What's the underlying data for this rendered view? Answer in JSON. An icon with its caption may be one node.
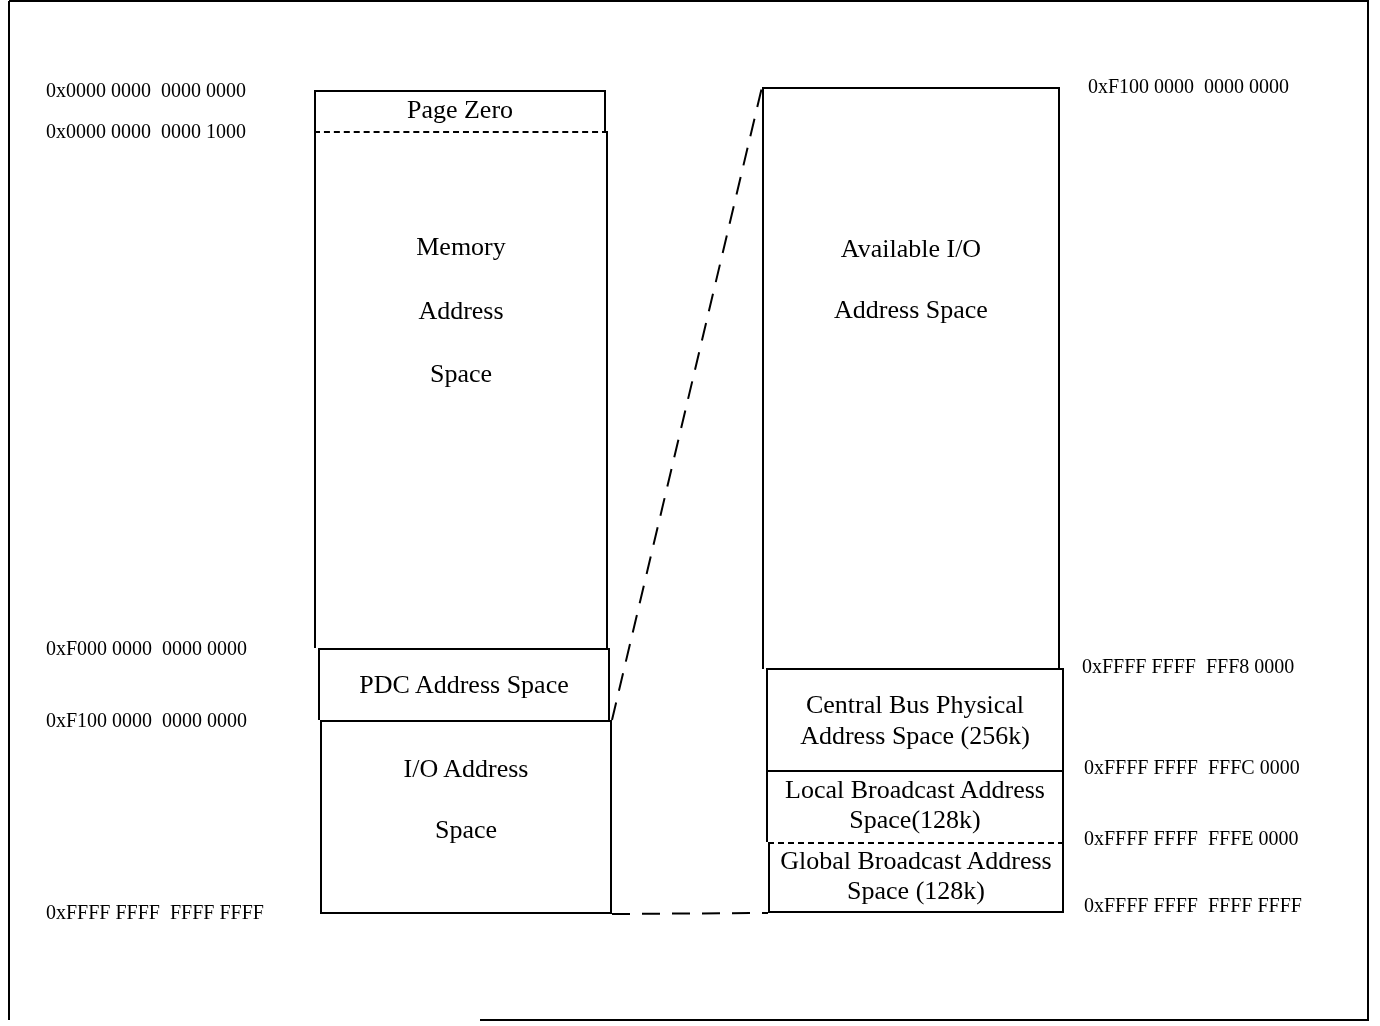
{
  "diagram": {
    "nodes": [
      {
        "text": [
          "Page Zero"
        ]
      },
      {
        "text": [
          "Memory Address Space"
        ]
      },
      {
        "text": [
          "PDC Address Space"
        ]
      },
      {
        "text": [
          "I/O Address Space"
        ]
      },
      {
        "text": [
          "Available I/O Address Space"
        ]
      },
      {
        "text": [
          "Central Bus Physical Address Space (256k)"
        ]
      },
      {
        "text": [
          "Local Broadcast Address Space(128k)"
        ]
      },
      {
        "text": [
          "Global Broadcast Address Space (128k)"
        ]
      }
    ],
    "edges": [
      {
        "from": 3,
        "to": 4,
        "arrow": "none",
        "style": "dashed"
      },
      {
        "from": 3,
        "to": 7,
        "arrow": "none",
        "style": "dashed"
      }
    ],
    "labels": [
      "0x0000 0000  0000 0000",
      "0xF100 0000  0000 0000",
      "0x0000 0000  0000 1000",
      "0xF000 0000  0000 0000",
      "0xFFFF FFFF  FFF8 0000",
      "0xF100 0000  0000 0000",
      "0xFFFF FFFF  FFFC 0000",
      "0xFFFF FFFF  FFFE 0000",
      "0xFFFF FFFF  FFFF FFFF",
      "0xFFFF FFFF  FFFF FFFF"
    ]
  }
}
